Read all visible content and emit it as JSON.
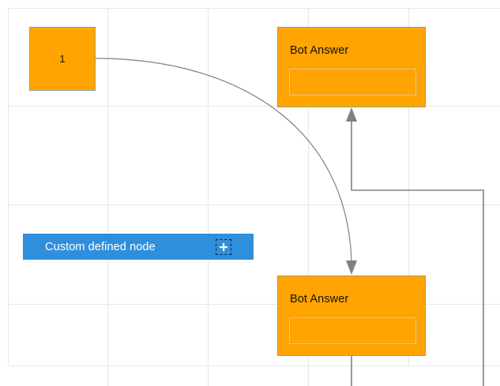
{
  "canvas": {
    "background_color": "#ffffff",
    "grid_color": "#e6e6e6",
    "grid_vertical_x": [
      10,
      136,
      263,
      390,
      517
    ],
    "grid_horizontal_y": [
      10,
      134,
      259,
      385,
      463
    ]
  },
  "theme": {
    "node_fill": "#FFA400",
    "node_border": "#9a9a9a",
    "connector_color": "#808080",
    "palette_fill": "#2f8fdd",
    "palette_text": "#ffffff",
    "node_text": "#111111",
    "slot_border": "#c9c9c9"
  },
  "nodes": {
    "start_node": {
      "label": "1",
      "name": "node-1"
    },
    "bot_answer_top": {
      "title": "Bot Answer",
      "slot_value": ""
    },
    "bot_answer_bottom": {
      "title": "Bot Answer",
      "slot_value": ""
    }
  },
  "palette": {
    "label": "Custom defined node",
    "add_icon": "plus-icon"
  },
  "connectors": [
    {
      "name": "curve-node1-to-bot-answer-bottom",
      "from": "node-1",
      "to": "bot_answer_bottom",
      "style": "curved",
      "arrow": "down"
    },
    {
      "name": "elbow-to-bot-answer-top",
      "from": "bot_answer_bottom",
      "to": "bot_answer_top",
      "style": "orthogonal",
      "arrow": "up"
    },
    {
      "name": "line-bot-answer-bottom-down",
      "from": "bot_answer_bottom",
      "to": "",
      "style": "straight",
      "arrow": "none"
    }
  ]
}
